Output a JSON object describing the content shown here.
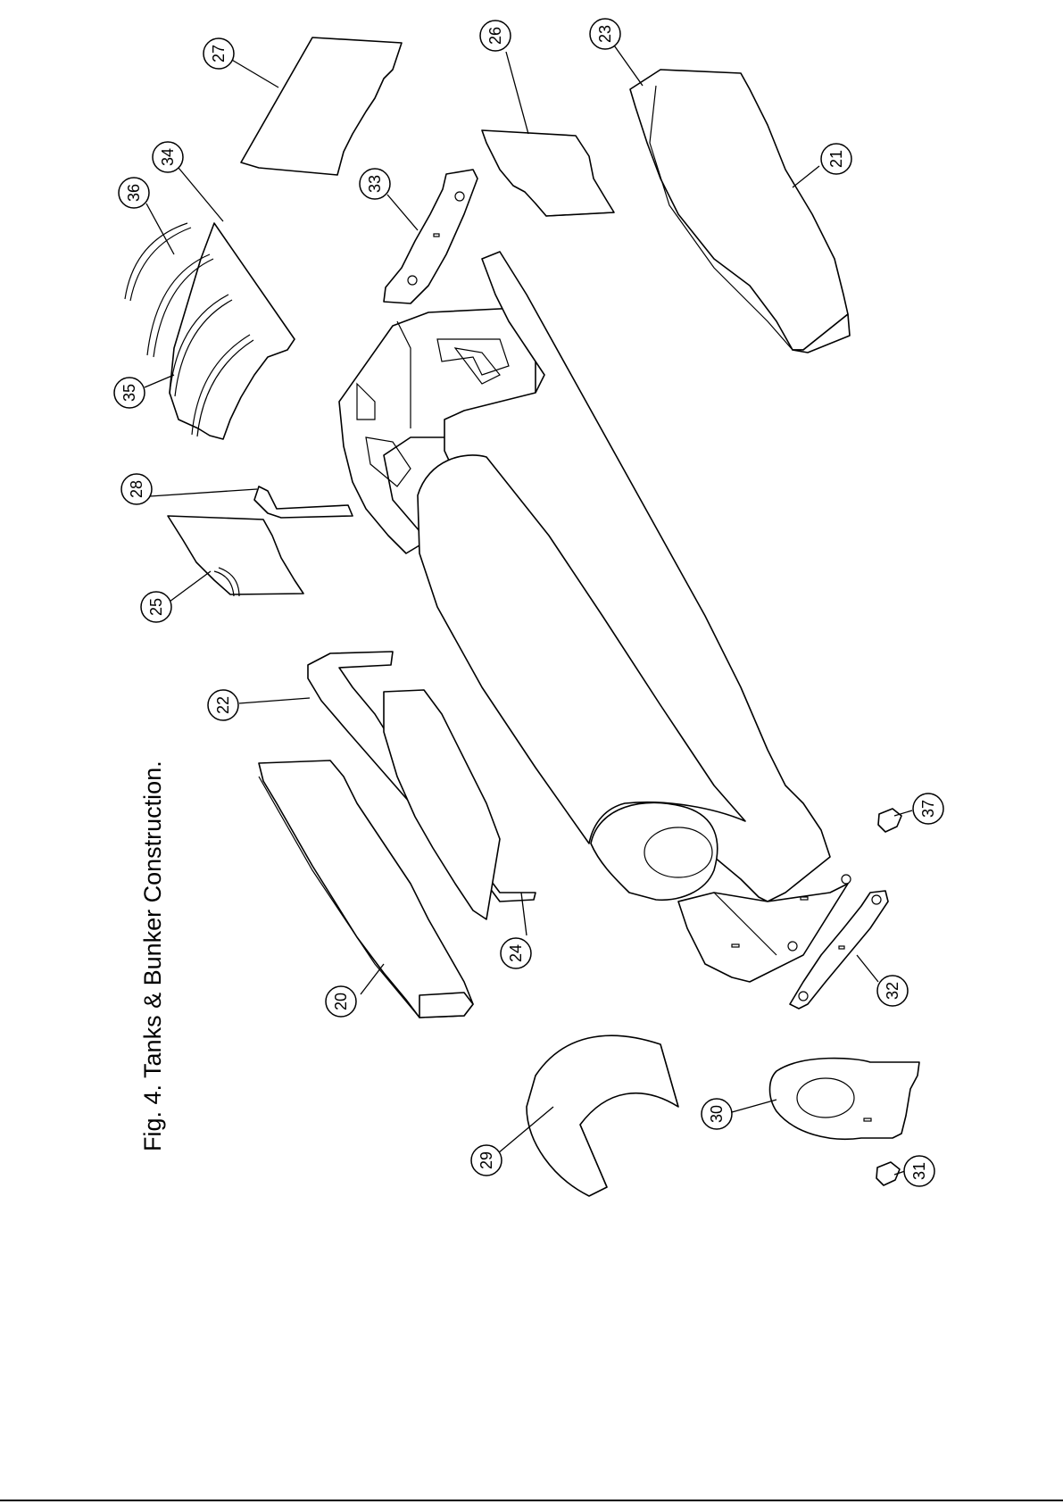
{
  "figure": {
    "caption": "Fig. 4. Tanks & Bunker Construction."
  },
  "callouts": [
    {
      "id": "c20",
      "label": "20"
    },
    {
      "id": "c21",
      "label": "21"
    },
    {
      "id": "c22",
      "label": "22"
    },
    {
      "id": "c23",
      "label": "23"
    },
    {
      "id": "c24",
      "label": "24"
    },
    {
      "id": "c25",
      "label": "25"
    },
    {
      "id": "c26",
      "label": "26"
    },
    {
      "id": "c27",
      "label": "27"
    },
    {
      "id": "c28",
      "label": "28"
    },
    {
      "id": "c29",
      "label": "29"
    },
    {
      "id": "c30",
      "label": "30"
    },
    {
      "id": "c31",
      "label": "31"
    },
    {
      "id": "c32",
      "label": "32"
    },
    {
      "id": "c33",
      "label": "33"
    },
    {
      "id": "c34",
      "label": "34"
    },
    {
      "id": "c35",
      "label": "35"
    },
    {
      "id": "c36",
      "label": "36"
    },
    {
      "id": "c37",
      "label": "37"
    }
  ]
}
